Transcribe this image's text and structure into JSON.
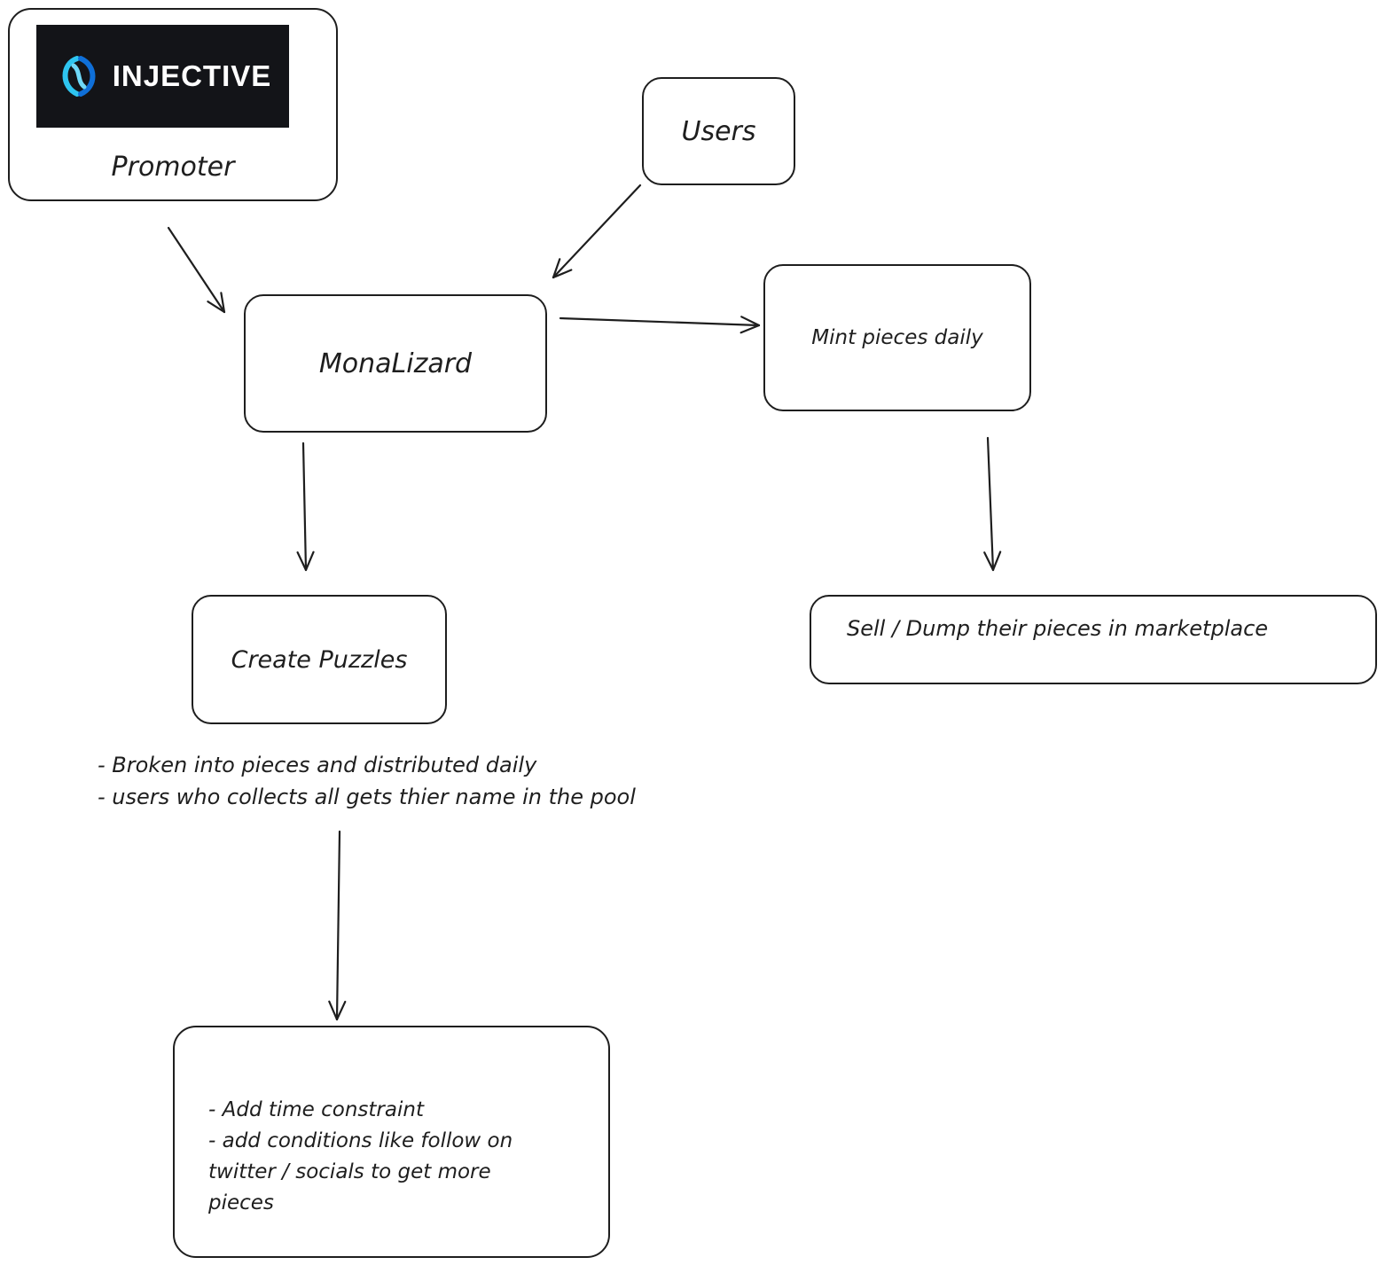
{
  "colors": {
    "stroke": "#1e1e1e",
    "background": "#ffffff",
    "logo_background": "#131418",
    "logo_text": "#ffffff",
    "logo_mark_light": "#2ec5f0",
    "logo_mark_dark": "#0f6fd8"
  },
  "nodes": {
    "promoter": {
      "logo_text": "INJECTIVE",
      "logo_icon": "injective-logo-icon",
      "label": "Promoter"
    },
    "users": {
      "label": "Users"
    },
    "monalizard": {
      "label": "MonaLizard"
    },
    "mint": {
      "label": "Mint pieces daily"
    },
    "puzzles": {
      "label": "Create Puzzles"
    },
    "sell": {
      "label": "Sell / Dump their pieces in marketplace"
    },
    "time": {
      "lines": [
        "- Add time constraint",
        "- add conditions like follow on",
        "twitter / socials to get more",
        "pieces"
      ]
    }
  },
  "notes": {
    "lines": [
      "- Broken into pieces and distributed daily",
      "- users who collects all gets thier name in the pool"
    ]
  },
  "edges": [
    {
      "from": "promoter",
      "to": "monalizard"
    },
    {
      "from": "users",
      "to": "monalizard"
    },
    {
      "from": "monalizard",
      "to": "mint"
    },
    {
      "from": "monalizard",
      "to": "puzzles"
    },
    {
      "from": "mint",
      "to": "sell"
    },
    {
      "from": "notes",
      "to": "time"
    }
  ]
}
